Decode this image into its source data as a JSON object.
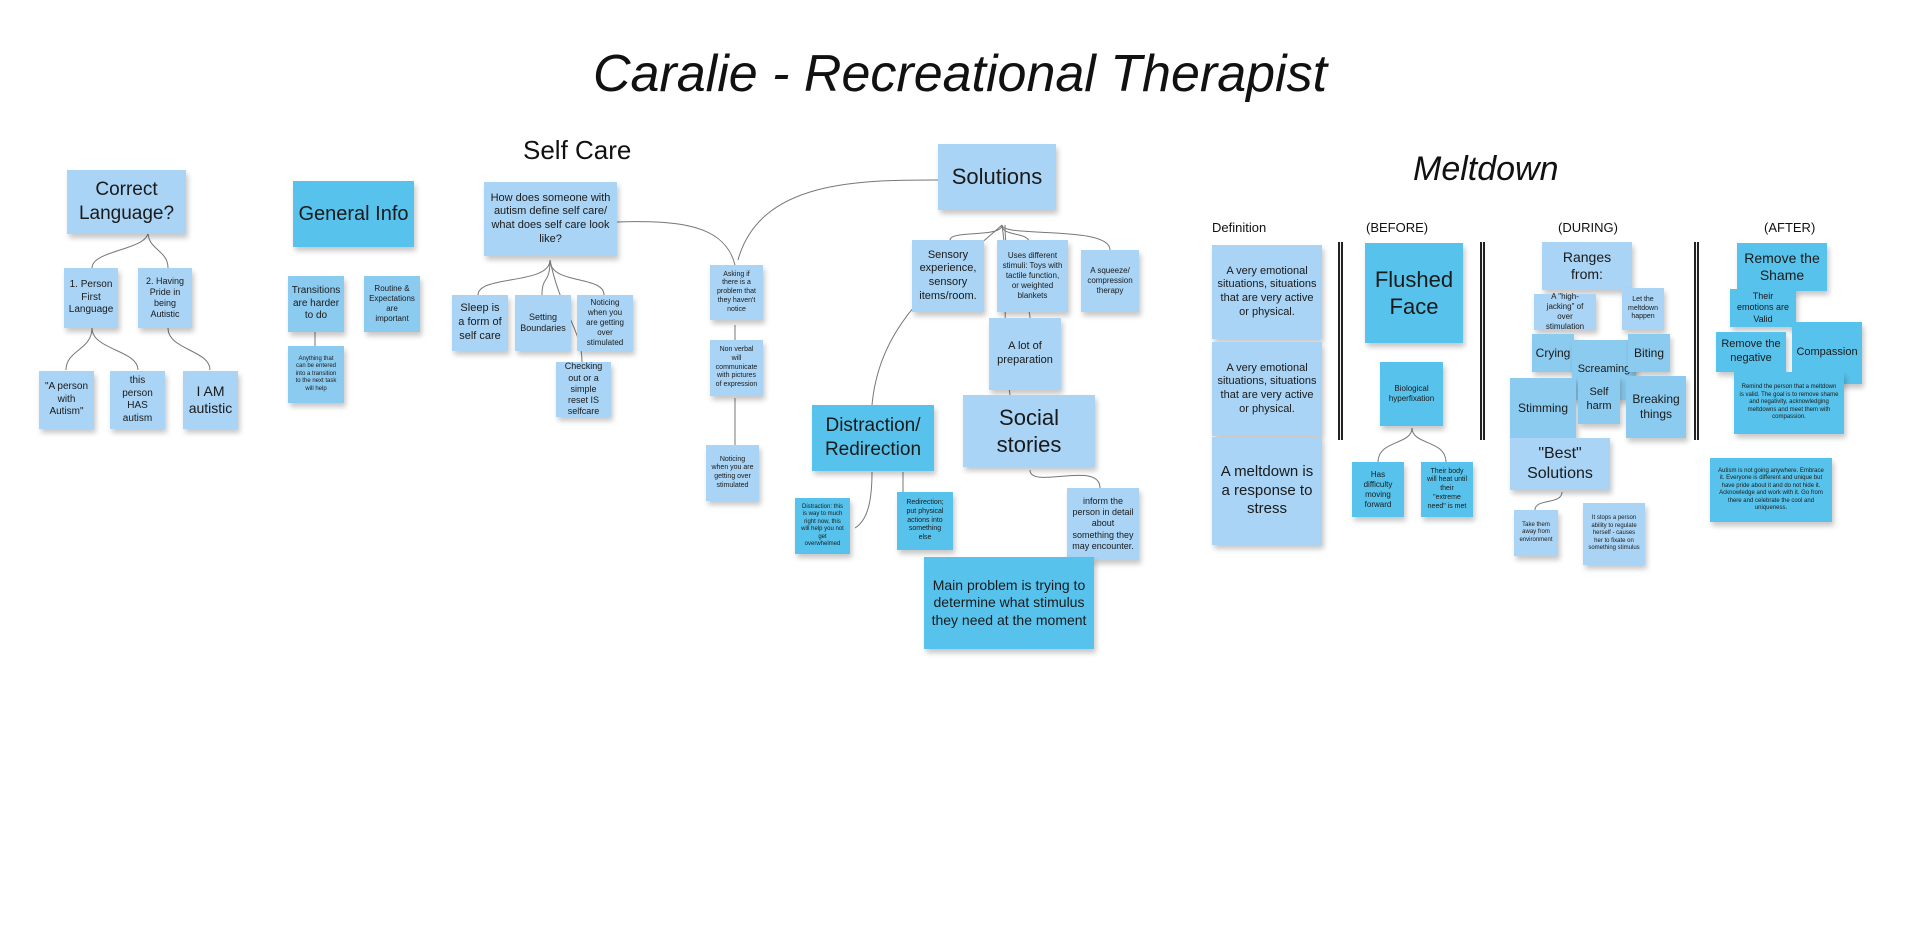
{
  "title": "Caralie - Recreational Therapist",
  "headings": {
    "self_care": "Self Care",
    "meltdown": "Meltdown"
  },
  "columns": {
    "definition": "Definition",
    "before": "(BEFORE)",
    "during": "(DURING)",
    "after": "(AFTER)"
  },
  "notes": {
    "correct_language": "Correct Language?",
    "person_first": "1. Person First Language",
    "having_pride": "2. Having Pride in being Autistic",
    "a_person_with_autism": "\"A person with Autism\"",
    "this_person_has_autism": "this person HAS autism",
    "i_am_autistic": "I AM autistic",
    "general_info": "General Info",
    "transitions": "Transitions are harder to do",
    "routine": "Routine & Expectations are important",
    "anything_entered": "Anything that can be entered into a transition to the next task will help",
    "self_care_question": "How does someone with autism define self care/ what does self care look like?",
    "sleep": "Sleep is a form of self care",
    "setting_boundaries": "Setting Boundaries",
    "noticing_stimulated_1": "Noticing when you are getting over stimulated",
    "checking_out": "Checking out or a simple reset IS selfcare",
    "asking_problem": "Asking if there is a problem that they haven't notice",
    "non_verbal": "Non verbal will communicate with pictures of expression",
    "noticing_stimulated_2": "Noticing when you are getting over stimulated",
    "solutions": "Solutions",
    "sensory_experience": "Sensory experience, sensory items/room.",
    "uses_different_stimuli": "Uses different stimuli: Toys with tactile function, or weighted blankets",
    "squeeze_therapy": "A squeeze/ compression therapy",
    "preparation": "A lot of preparation",
    "social_stories": "Social stories",
    "distraction_redirection": "Distraction/ Redirection",
    "distraction_detail": "Distraction: this is way to much right now, this will help you not get overwhelmed",
    "redirection_detail": "Redirection; put physical actions into something else",
    "inform_person": "inform the person in detail about something they may encounter.",
    "main_problem": "Main problem is trying to determine what stimulus they need at the moment",
    "def_1": "A very emotional situations, situations that are very active or physical.",
    "def_2": "A very emotional situations, situations that are very active or physical.",
    "def_3": "A meltdown is a response to stress",
    "flushed_face": "Flushed Face",
    "biological": "Biological hyperfixation",
    "difficulty_moving": "Has difficulty moving forward",
    "body_will_heat": "Their body will heat until their \"extreme need\" is met",
    "ranges_from": "Ranges from:",
    "high_jacking": "A \"high-jacking\" of over stimulation",
    "let_meltdown": "Let the meltdown happen",
    "crying": "Crying",
    "screaming": "Screaming",
    "biting": "Biting",
    "stimming": "Stimming",
    "self_harm": "Self harm",
    "breaking_things": "Breaking things",
    "best_solutions": "\"Best\" Solutions",
    "take_away": "Take them away from environment",
    "stops_person": "It stops a person ability to regulate herself - causes her to fixate on something stimulus",
    "remove_shame": "Remove the Shame",
    "emotions_valid": "Their emotions are Valid",
    "remove_negative": "Remove the negative",
    "compassion": "Compassion",
    "remind_person": "Remind the person that a meltdown is valid. The goal is to remove shame and negativity, acknowledging meltdowns and meet them with compassion.",
    "autism_not_going": "Autism is not going anywhere. Embrace it. Everyone is different and unique but have pride about it and do not hide it. Acknowledge and work with it. Go from there and celebrate the cool and uniqueness."
  }
}
